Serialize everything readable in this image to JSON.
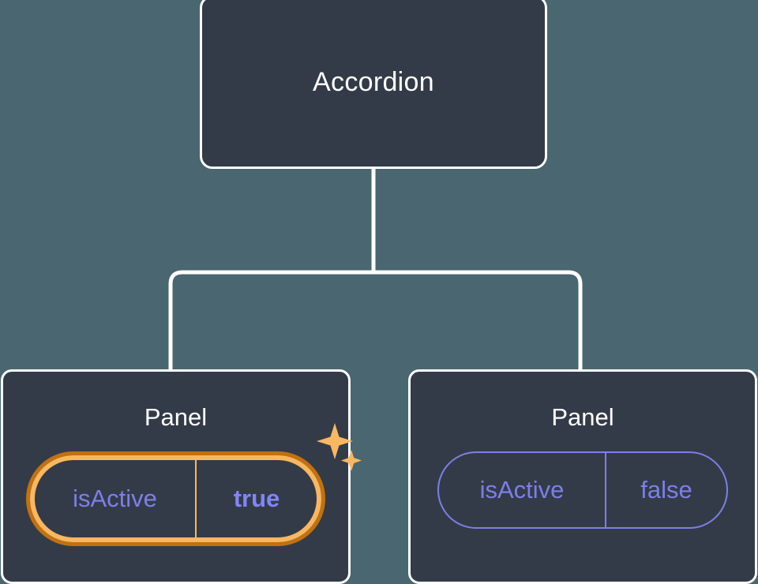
{
  "diagram": {
    "type": "component-tree",
    "background_color": "#4a6670",
    "node_fill_color": "#343b48",
    "node_border_color": "#ffffff",
    "connector_color": "#ffffff",
    "accent_highlight_color": "#f9b761",
    "accent_highlight_outer_color": "#c2710f",
    "prop_text_color": "#7b80e8",
    "prop_value_highlight_color": "#8186f5"
  },
  "root": {
    "title": "Accordion"
  },
  "children": [
    {
      "title": "Panel",
      "highlighted": true,
      "prop": {
        "key": "isActive",
        "value": "true"
      },
      "sparkle_icons": [
        "sparkle-large-icon",
        "sparkle-small-icon"
      ]
    },
    {
      "title": "Panel",
      "highlighted": false,
      "prop": {
        "key": "isActive",
        "value": "false"
      }
    }
  ]
}
